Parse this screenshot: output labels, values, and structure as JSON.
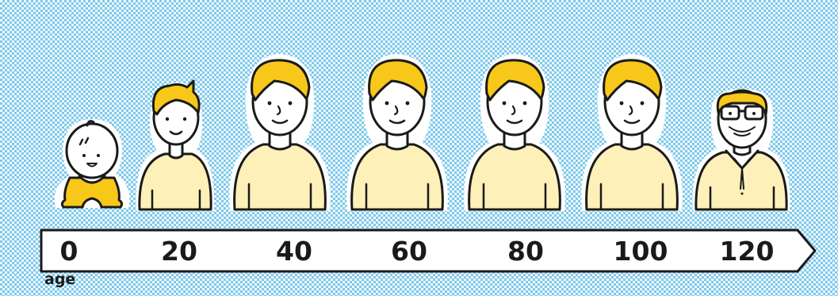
{
  "axis": {
    "unit": "age",
    "ticks": [
      "0",
      "20",
      "40",
      "60",
      "80",
      "100",
      "120"
    ]
  },
  "stages": [
    {
      "age": "0",
      "kind": "baby"
    },
    {
      "age": "20",
      "kind": "young-man"
    },
    {
      "age": "40",
      "kind": "adult-man"
    },
    {
      "age": "60",
      "kind": "adult-man"
    },
    {
      "age": "80",
      "kind": "adult-man"
    },
    {
      "age": "100",
      "kind": "adult-man"
    },
    {
      "age": "120",
      "kind": "old-man"
    }
  ],
  "colors": {
    "background": "#7ec9ec",
    "dot": "#ffffff",
    "hair": "#f7c81a",
    "shirt": "#fdf0b9",
    "skin": "#ffffff",
    "outline": "#1a1a1a",
    "arrow_fill": "#ffffff"
  }
}
